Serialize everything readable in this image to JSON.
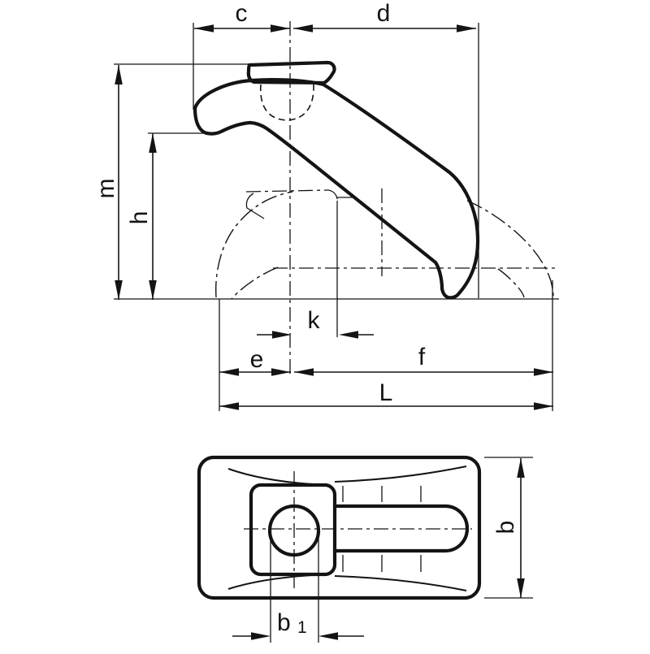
{
  "colors": {
    "ink": "#141414",
    "paper": "#ffffff"
  },
  "dim": {
    "c": "c",
    "d": "d",
    "m": "m",
    "h": "h",
    "k": "k",
    "e": "e",
    "f": "f",
    "L": "L",
    "b": "b",
    "b1_main": "b",
    "b1_sub": "1"
  }
}
